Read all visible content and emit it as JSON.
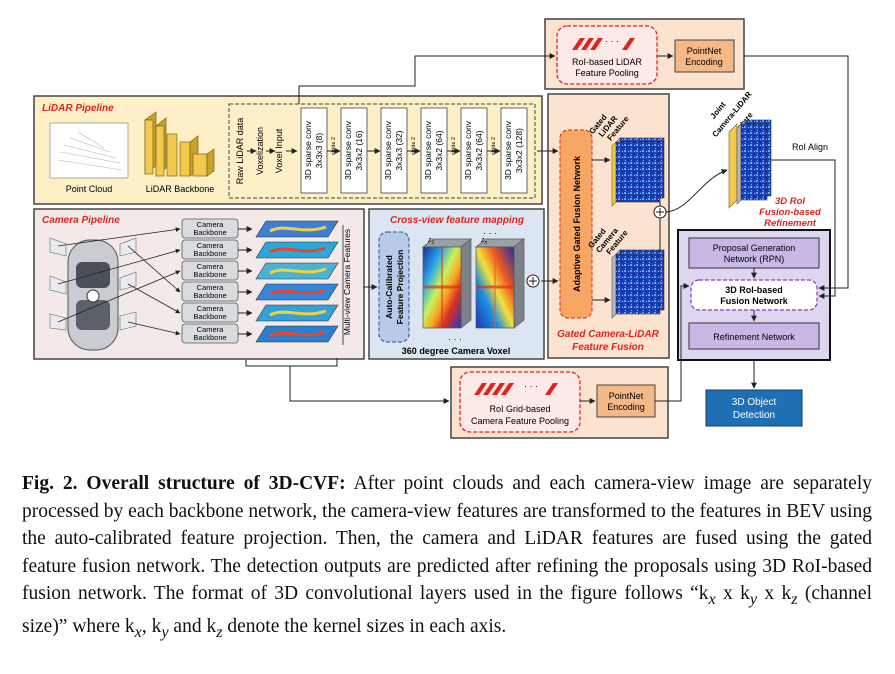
{
  "diagram": {
    "lidar_pipeline": {
      "title": "LiDAR Pipeline",
      "point_cloud_label": "Point Cloud",
      "backbone_label": "LiDAR Backbone",
      "raw_data_label": "Raw LiDAR data",
      "voxelization_label": "Voxelization",
      "voxel_input_label": "Voxel Input",
      "stride_label": "stride 2",
      "conv_layers": [
        {
          "line1": "3D sparse conv",
          "line2": "3x3x3 (8)"
        },
        {
          "line1": "3D sparse conv",
          "line2": "3x3x2 (16)"
        },
        {
          "line1": "3D sparse conv",
          "line2": "3x3x3 (32)"
        },
        {
          "line1": "3D sparse conv",
          "line2": "3x3x2 (64)"
        },
        {
          "line1": "3D sparse conv",
          "line2": "3x3x2 (64)"
        },
        {
          "line1": "3D sparse conv",
          "line2": "3x3x2 (128)"
        }
      ]
    },
    "lidar_pooling": {
      "label_line1": "RoI-based LiDAR",
      "label_line2": "Feature Pooling",
      "encoder_line1": "PointNet",
      "encoder_line2": "Encoding"
    },
    "camera_pipeline": {
      "title": "Camera Pipeline",
      "backbone_line1": "Camera",
      "backbone_line2": "Backbone",
      "multiview_label": "Multi-view Camera Features"
    },
    "cross_view": {
      "title": "Cross-view feature mapping",
      "projection_line1": "Auto-Calibrated",
      "projection_line2": "Feature Projection",
      "voxel_label": "360 degree Camera Voxel",
      "z_label": "z",
      "z1": "1",
      "zn": "n"
    },
    "camera_pooling": {
      "label_line1": "RoI Grid-based",
      "label_line2": "Camera Feature Pooling",
      "encoder_line1": "PointNet",
      "encoder_line2": "Encoding"
    },
    "fusion": {
      "adaptive_label": "Adaptive Gated Fusion Network",
      "gated_lidar_line1": "Gated",
      "gated_lidar_line2": "LiDAR",
      "gated_lidar_line3": "Feature",
      "gated_camera_line1": "Gated",
      "gated_camera_line2": "Camera",
      "gated_camera_line3": "Feature",
      "title_line1": "Gated Camera-LiDAR",
      "title_line2": "Feature Fusion"
    },
    "joint": {
      "line1": "Joint",
      "line2": "Camera-LiDAR",
      "line3": "Feature",
      "roi_align": "RoI Align"
    },
    "refinement": {
      "title_line1": "3D RoI",
      "title_line2": "Fusion-based",
      "title_line3": "Refinement",
      "rpn_line1": "Proposal Generation",
      "rpn_line2": "Network (RPN)",
      "roi_fusion_line1": "3D RoI-based",
      "roi_fusion_line2": "Fusion Network",
      "refinement_net": "Refinement Network"
    },
    "output": {
      "line1": "3D Object",
      "line2": "Detection"
    },
    "ellipsis": "· · ·"
  },
  "caption": {
    "lead": "Fig. 2. Overall structure of 3D-CVF:",
    "body": " After point clouds and each camera-view image are separately processed by each backbone network, the camera-view features are transformed to the features in BEV using the auto-calibrated feature projection. Then, the camera and LiDAR features are fused using the gated feature fusion network. The detection outputs are predicted after refining the proposals using 3D RoI-based fusion network. The format of 3D convolutional layers used in the figure follows “k",
    "sub_x": "x",
    "mid1": " x k",
    "sub_y": "y",
    "mid2": " x k",
    "sub_z": "z",
    "mid3": " (channel size)” where k",
    "mid4": ", k",
    "mid5": " and k",
    "end": " denote the kernel sizes in each axis."
  },
  "colors": {
    "lidar_bg": "#fdefc6",
    "camera_bg": "#f3e9e9",
    "crossview_bg": "#dbe6f2",
    "fusion_bg": "#fbe3cf",
    "pooling_bg": "#fde9e6",
    "refine_bg": "#ddd6f0",
    "node_purple": "#c9b8e6",
    "output_blue": "#1f6fb5",
    "red_title": "#e0241c",
    "backbone_yellow": "#f2c94c"
  }
}
